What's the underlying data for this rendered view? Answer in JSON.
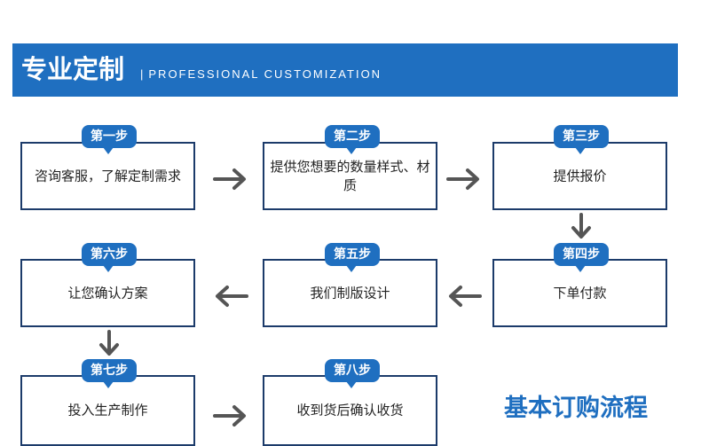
{
  "banner": {
    "title": "专业定制",
    "subtitle_bar": "|",
    "subtitle": "PROFESSIONAL CUSTOMIZATION"
  },
  "steps": [
    {
      "badge": "第一步",
      "text": "咨询客服，了解定制需求"
    },
    {
      "badge": "第二步",
      "text": "提供您想要的数量样式、材质"
    },
    {
      "badge": "第三步",
      "text": "提供报价"
    },
    {
      "badge": "第四步",
      "text": "下单付款"
    },
    {
      "badge": "第五步",
      "text": "我们制版设计"
    },
    {
      "badge": "第六步",
      "text": "让您确认方案"
    },
    {
      "badge": "第七步",
      "text": "投入生产制作"
    },
    {
      "badge": "第八步",
      "text": "收到货后确认收货"
    }
  ],
  "footer": {
    "title": "基本订购流程"
  },
  "colors": {
    "brand_blue": "#1f6fc0",
    "box_border": "#1c3b6a",
    "arrow_gray": "#555555"
  },
  "icons": {
    "arrow_right": "arrow-right-icon",
    "arrow_left": "arrow-left-icon",
    "arrow_down": "arrow-down-icon"
  }
}
